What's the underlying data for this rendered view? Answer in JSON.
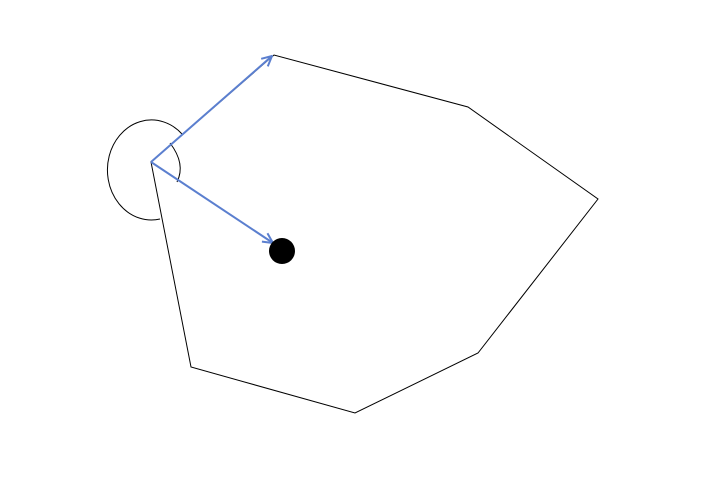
{
  "diagram": {
    "background": "#ffffff",
    "stroke_color": "#000000",
    "arrow_color": "#5b7fcf",
    "dot_color": "#000000",
    "shape": "heptagon",
    "elements": [
      "polygon-outline",
      "angle-arc",
      "vector-arrow-to-vertex",
      "vector-arrow-to-dot",
      "center-dot"
    ]
  }
}
